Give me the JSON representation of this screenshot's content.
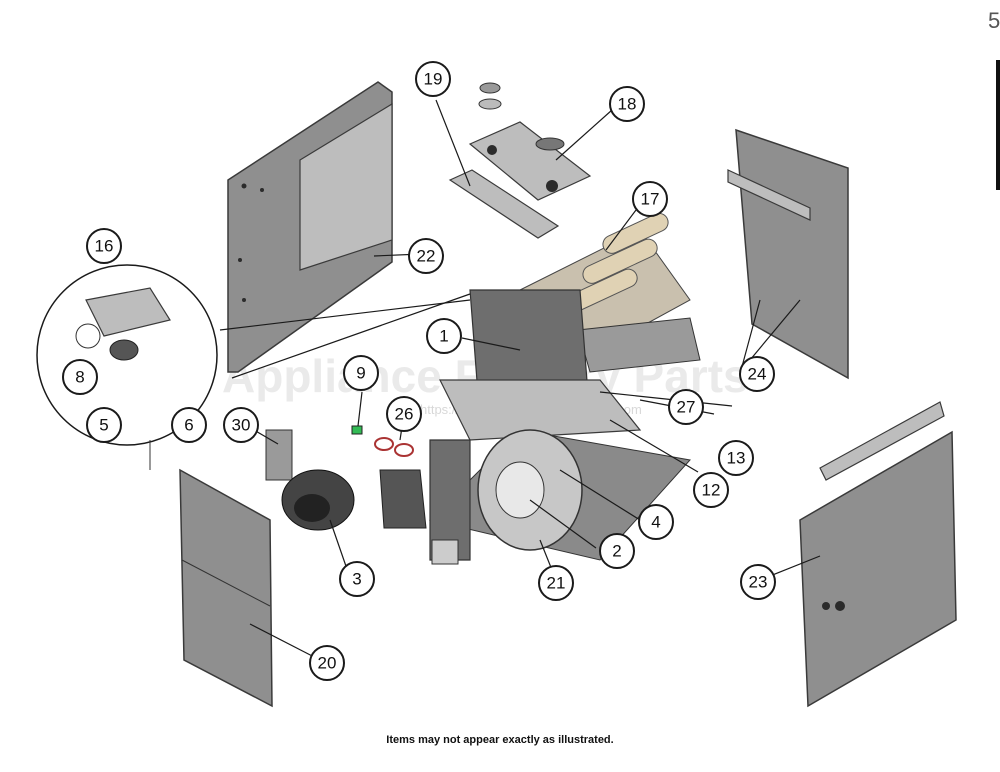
{
  "caption": "Items may not appear exactly as illustrated.",
  "corner_mark": "5",
  "watermark": {
    "text": "Appliance Factory Parts",
    "url": "https://www.appliancefactoryparts.com"
  },
  "callouts": [
    "1",
    "2",
    "3",
    "4",
    "5",
    "6",
    "8",
    "9",
    "12",
    "13",
    "16",
    "17",
    "18",
    "19",
    "20",
    "21",
    "22",
    "23",
    "24",
    "26",
    "27",
    "30"
  ]
}
